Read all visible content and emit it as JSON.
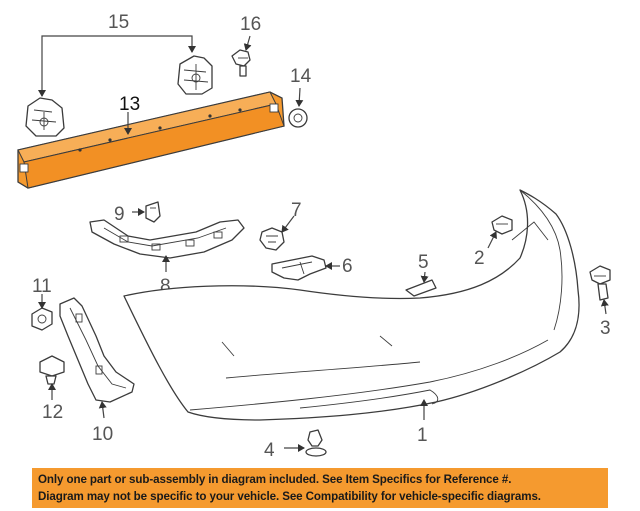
{
  "callouts": {
    "c1": "1",
    "c2": "2",
    "c3": "3",
    "c4": "4",
    "c5": "5",
    "c6": "6",
    "c7": "7",
    "c8": "8",
    "c9": "9",
    "c10": "10",
    "c11": "11",
    "c12": "12",
    "c13": "13",
    "c14": "14",
    "c15": "15",
    "c16": "16"
  },
  "highlight_color": "#f59a2f",
  "banner": {
    "line1": "Only one part or sub-assembly in diagram included. See Item Specifics for Reference #.",
    "line2": "Diagram may not be specific to your vehicle. See Compatibility for vehicle-specific diagrams."
  }
}
